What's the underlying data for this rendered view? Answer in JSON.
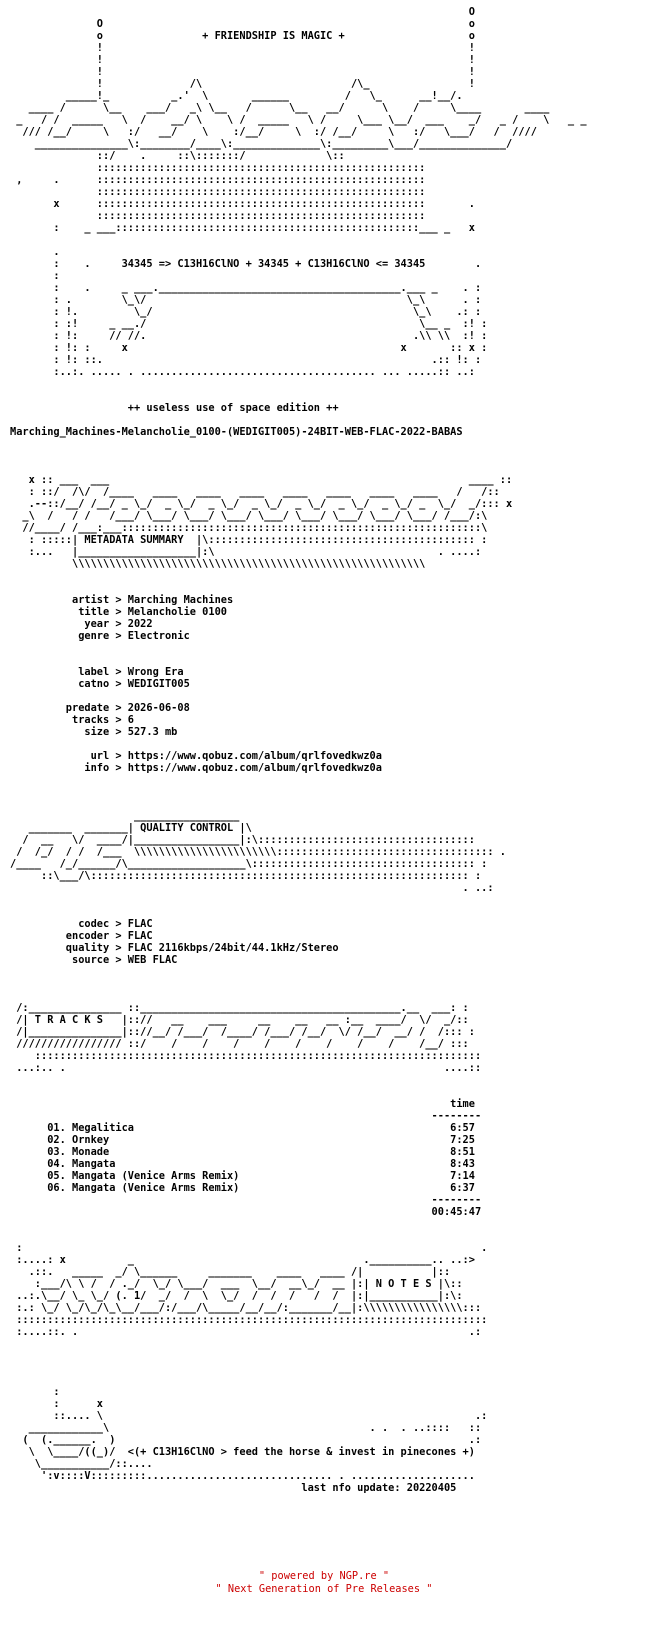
{
  "nfo_text": "                                                                          O\n              O                                                           o\n              o                + FRIENDSHIP IS MAGIC +                    o\n              !                                                           !\n              !                                                           !\n              !                                                           !\n              !              /\\                        /\\_                !\n         _____!_          _.'  \\       ______         /   \\_      __!__/.\n   ____ /      \\__    ___/   _\\ \\__   /      \\__   __/      \\    /     \\____       ____\n _   / /  _____   \\  /    __/ \\    \\ /  _____   \\ /     \\___ \\__/  ___    _/   _ /    \\   _ _\n  /// /__/     \\   :/   __/    \\    :/__/     \\  :/ /__/     \\   :/   \\___/   /  ////\n    _______________\\:________/____\\:______________\\:_________\\___/______________/\n              ::/    .     ::\\:::::::/             \\::\n              :::::::::::::::::::::::::::::::::::::::::::::::::::::\n ,     .      :::::::::::::::::::::::::::::::::::::::::::::::::::::\n              :::::::::::::::::::::::::::::::::::::::::::::::::::::\n       x      :::::::::::::::::::::::::::::::::::::::::::::::::::::       .\n              :::::::::::::::::::::::::::::::::::::::::::::::::::::\n       :    _ ___:::::::::::::::::::::::::::::::::::::::::::::::::___ _   x\n\n       .\n       :    .     34345 => C13H16ClNO + 34345 + C13H16ClNO <= 34345        .\n       :\n       :    .     _ ___._______________________________________.___ _    . :\n       : .        \\_\\/                                          \\_\\      . :\n       : !.         \\_/                                          \\_\\    .: :\n       : :!     _ __./                                            \\__ _  :! :\n       : !:     // //.                                           .\\\\ \\\\  :! :\n       : !: :     x                                            x       :: x :\n       : !: ::.                                                     .:: !: :\n       :..:. ..... . ...................................... ... .....:: ..:",
  "edition": "++ useless use of space edition ++",
  "release": "Marching_Machines-Melancholie_0100-(WEDIGIT005)-24BIT-WEB-FLAC-2022-BABAS",
  "block_metadata": "\n\n\n   x :: ___  ___                                                          ____ ::\n   : ::/  /\\/  /____   ____   ____   ____   ____   ____   ____   ____   /   /::\n   .--::/__/ /__/ _ \\_/  _ \\_/  _ \\_/  _ \\_/  _ \\_/  _ \\_/  _ \\_/ _  \\_/  _/::: x\n  _\\  /   / /   /___/ \\___/ \\___/ \\___/ \\___/ \\___/ \\___/ \\___/ \\___/ /___/:\\\n  //____/ /___:___::::::::::::::::::::::::::::::::::::::::::::::::::::::::::\\\n   : :::::| METADATA SUMMARY  |\\::::::::::::::::::::::::::::::::::::::::::: :\n   :...   |___________________|:\\                                    . ....:\n          \\\\\\\\\\\\\\\\\\\\\\\\\\\\\\\\\\\\\\\\\\\\\\\\\\\\\\\\\\\\\\\\\\\\\\\\\\\\\\\\\\\\\\\\\\\\\\\\\\\\\\\\\\\\\\\\\\\n\n\n          artist > Marching Machines\n           title > Melancholie 0100\n            year > 2022\n           genre > Electronic\n\n\n           label > Wrong Era\n           catno > WEDIGIT005\n\n         predate > 2026-06-08\n          tracks > 6\n            size > 527.3 mb\n\n             url > https://www.qobuz.com/album/qrlfovedkwz0a\n            info > https://www.qobuz.com/album/qrlfovedkwz0a",
  "block_quality": "\n\n\n                    _________________\n   _______  _______| QUALITY CONTROL |\\\n  /  __   \\/  ____/|_________________|:\\:::::::::::::::::::::::::::::::::::\n /  /_/  / /  /___  \\\\\\\\\\\\\\\\\\\\\\\\\\\\\\\\\\\\\\\\\\\\\\::::::::::::::::::::::::::::::::::: .\n/____   /_/______/\\___________________\\:::::::::::::::::::::::::::::::::::: :\n     ::\\___/\\::::::::::::::::::::::::::::::::::::::::::::::::::::::::::::: :\n                                                                         . ..:\n\n\n           codec > FLAC\n         encoder > FLAC\n         quality > FLAC 2116kbps/24bit/44.1kHz/Stereo\n          source > WEB FLAC",
  "block_tracks": "\n\n\n /:_______________ ::__________________________________________.__  ___: :\n /| T R A C K S   |:://   __    ___     __    __   __ :__  ____/  \\/  _/::\n /|_______________|:://__/ /___/  /____/ /___/ /__/  \\/ /__/  __/ /  /::: :\n ///////////////// ::/    /    /    /    /    /    /    /    /    /__/ :::\n    ::::::::::::::::::::::::::::::::::::::::::::::::::::::::::::::::::::::::\n ...:.. .                                                             ....::\n\n\n                                                                       time\n                                                                    --------\n      01. Megalitica                                                   6:57\n      02. Ornkey                                                       7:25\n      03. Monade                                                       8:51\n      04. Mangata                                                      8:43\n      05. Mangata (Venice Arms Remix)                                  7:14\n      06. Mangata (Venice Arms Remix)                                  6:37\n                                                                    --------\n                                                                    00:45:47",
  "block_notes": "\n\n :                                                                          .\n :....: x          _                                     .__________.. ..:>\n   .::.   _____  _/ \\______     _______    ____   ____ /|           |::\n    :___/\\ \\ /  / ._/  \\_/ \\___/  ___  \\__/  __\\_/  __ |:| N O T E S |\\::\n ..:.\\__/ \\_ \\_/ (. 1/  _/  /  \\  \\_/  /  /  /   /  /  |:|___________|:\\:\n :.: \\_/ \\_/\\_/\\_\\__/___/:/___/\\_____/__/__/:_______/__|:\\\\\\\\\\\\\\\\\\\\\\\\\\\\\\\\:::\n ::::::::::::::::::::::::::::::::::::::::::::::::::::::::::::::::::::::::::::\n :....::. .                                                               .:",
  "block_sign": "\n\n\n\n       :\n       :      x\n       ::.... \\                                                            .:\n   ____________\\                                          . .  . ..::::   ::\n  (  (.______.  )                                                         .:\n   \\  \\____/((_)/  <(+ C13H16ClNO > feed the horse & invest in pinecones +)\n    \\___________/::....\n     ':v::::V:::::::::.............................. . ....................\n                                               last nfo update: 20220405",
  "footer": {
    "line1": "\" powered by NGP.re \"",
    "line2": "\" Next Generation of Pre Releases \""
  }
}
